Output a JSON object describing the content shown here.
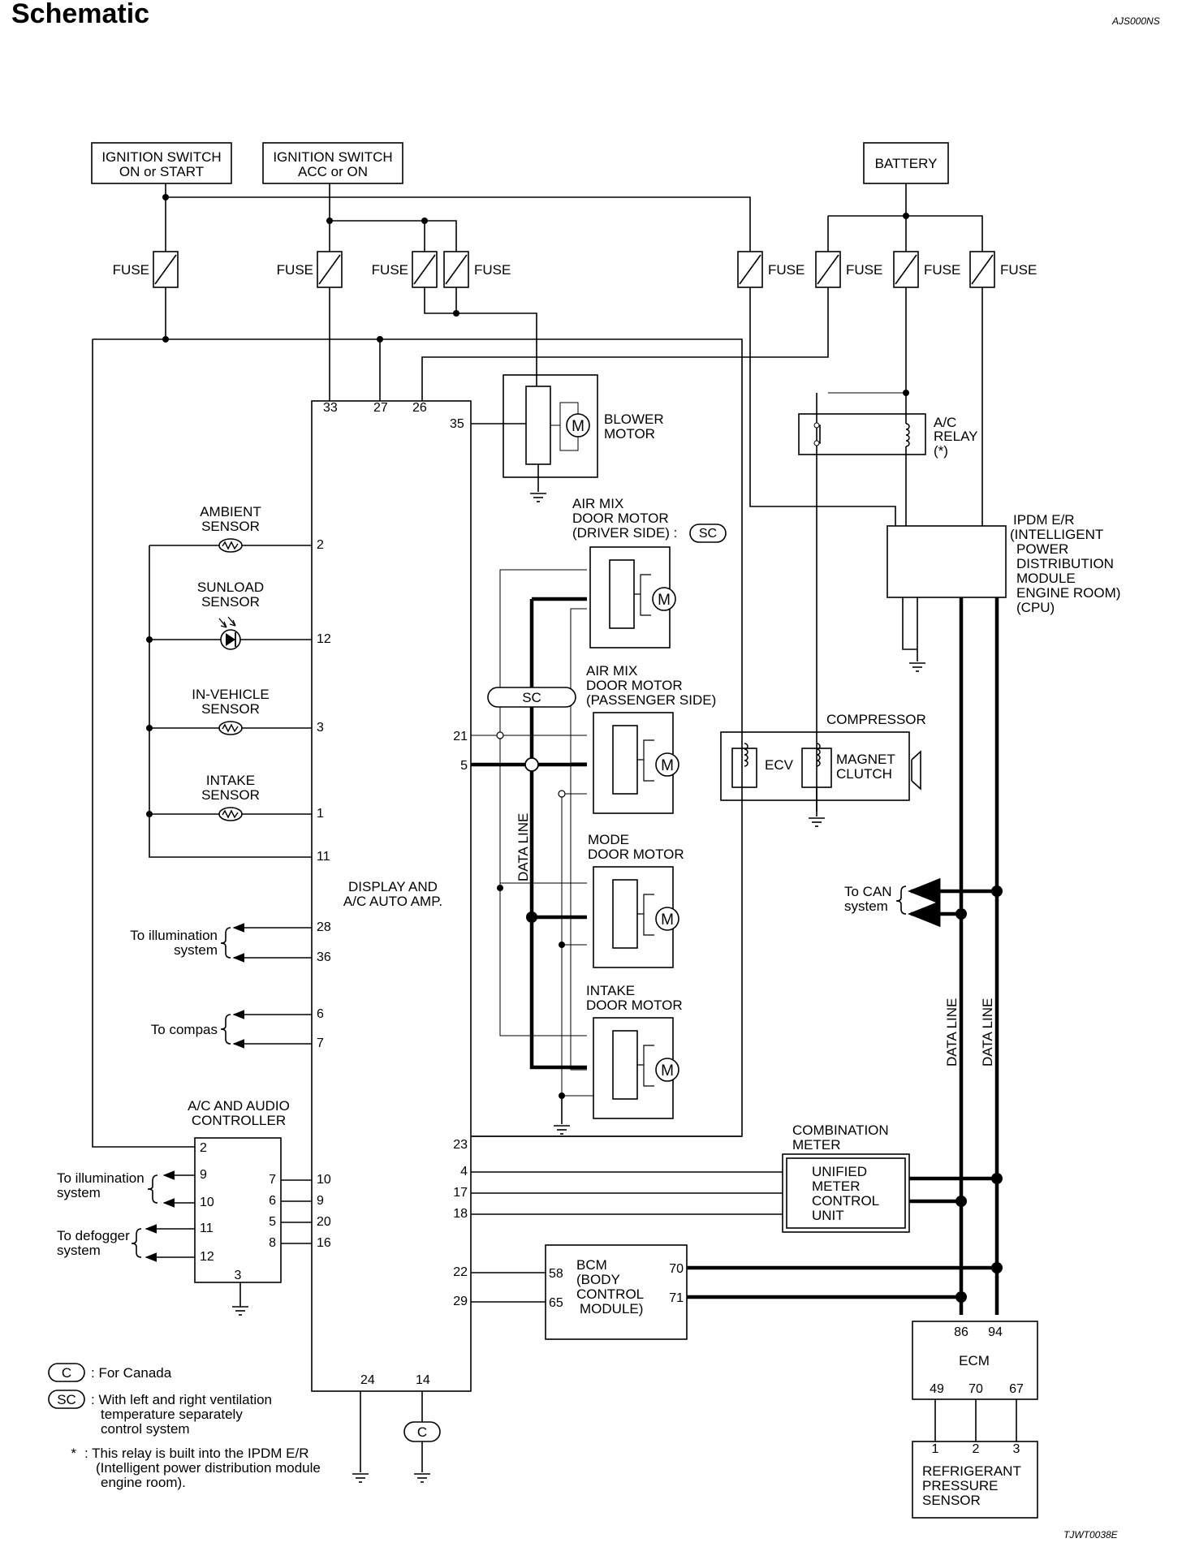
{
  "title": "Schematic",
  "doc_code": "AJS000NS",
  "figure_code": "TJWT0038E",
  "power_sources": [
    {
      "id": "ign_on_start",
      "lines": [
        "IGNITION SWITCH",
        "ON or START"
      ]
    },
    {
      "id": "ign_acc_on",
      "lines": [
        "IGNITION SWITCH",
        "ACC or ON"
      ]
    },
    {
      "id": "battery",
      "lines": [
        "BATTERY"
      ]
    }
  ],
  "fuse_label": "FUSE",
  "components": {
    "amp": {
      "lines": [
        "DISPLAY AND",
        "A/C AUTO AMP."
      ]
    },
    "blower": {
      "lines": [
        "BLOWER",
        "MOTOR"
      ]
    },
    "airmix_driver": {
      "lines": [
        "AIR MIX",
        "DOOR MOTOR",
        "(DRIVER SIDE) :"
      ]
    },
    "airmix_passenger": {
      "lines": [
        "AIR MIX",
        "DOOR MOTOR",
        "(PASSENGER SIDE)"
      ]
    },
    "mode_motor": {
      "lines": [
        "MODE",
        "DOOR MOTOR"
      ]
    },
    "intake_motor": {
      "lines": [
        "INTAKE",
        "DOOR MOTOR"
      ]
    },
    "ambient": {
      "lines": [
        "AMBIENT",
        "SENSOR"
      ]
    },
    "sunload": {
      "lines": [
        "SUNLOAD",
        "SENSOR"
      ]
    },
    "invehicle": {
      "lines": [
        "IN-VEHICLE",
        "SENSOR"
      ]
    },
    "intake_sensor": {
      "lines": [
        "INTAKE",
        "SENSOR"
      ]
    },
    "ac_relay": {
      "lines": [
        "A/C",
        "RELAY",
        "(*)"
      ]
    },
    "ipdm": {
      "lines": [
        "IPDM E/R",
        "(INTELLIGENT",
        "POWER",
        "DISTRIBUTION",
        "MODULE",
        "ENGINE ROOM)",
        "(CPU)"
      ]
    },
    "compressor": {
      "label": "COMPRESSOR",
      "ecv": "ECV",
      "clutch": [
        "MAGNET",
        "CLUTCH"
      ]
    },
    "controller": {
      "lines": [
        "A/C AND AUDIO",
        "CONTROLLER"
      ]
    },
    "combo_meter": {
      "lines": [
        "COMBINATION",
        "METER"
      ],
      "inner": [
        "UNIFIED",
        "METER",
        "CONTROL",
        "UNIT"
      ]
    },
    "bcm": {
      "lines": [
        "BCM",
        "(BODY",
        "CONTROL",
        "MODULE)"
      ]
    },
    "ecm": {
      "label": "ECM"
    },
    "ref_sensor": {
      "lines": [
        "REFRIGERANT",
        "PRESSURE",
        "SENSOR"
      ]
    }
  },
  "sc_tag": "SC",
  "c_tag": "C",
  "motor_symbol": "M",
  "data_line_label": "DATA LINE",
  "external": {
    "illum1": [
      "To illumination",
      "system"
    ],
    "compas": [
      "To compas"
    ],
    "illum2": [
      "To illumination",
      "system"
    ],
    "defogger": [
      "To defogger",
      "system"
    ],
    "can": [
      "To CAN",
      "system"
    ]
  },
  "pins": {
    "amp_top": [
      "33",
      "27",
      "26"
    ],
    "blower": "35",
    "amp_left": [
      "2",
      "12",
      "3",
      "1",
      "11",
      "28",
      "36",
      "6",
      "7",
      "10",
      "9",
      "20",
      "16"
    ],
    "amp_right": [
      "21",
      "5",
      "23",
      "4",
      "17",
      "18",
      "22",
      "29"
    ],
    "amp_bottom": [
      "24",
      "14"
    ],
    "controller_left": [
      "2",
      "9",
      "10",
      "11",
      "12"
    ],
    "controller_right": [
      "7",
      "6",
      "5",
      "8"
    ],
    "controller_bottom": "3",
    "bcm_left": [
      "58",
      "65"
    ],
    "bcm_right": [
      "70",
      "71"
    ],
    "ecm_top": [
      "86",
      "94"
    ],
    "ecm_bottom": [
      "49",
      "70",
      "67"
    ],
    "ref_top": [
      "1",
      "2",
      "3"
    ]
  },
  "legend": [
    {
      "tag": "C",
      "text": [
        ": For Canada"
      ]
    },
    {
      "tag": "SC",
      "text": [
        ": With left and right ventilation",
        "temperature separately",
        "control system"
      ]
    },
    {
      "tag": "*",
      "text": [
        ": This relay is built into the IPDM E/R",
        "(Intelligent power distribution module",
        "engine room)."
      ]
    }
  ]
}
